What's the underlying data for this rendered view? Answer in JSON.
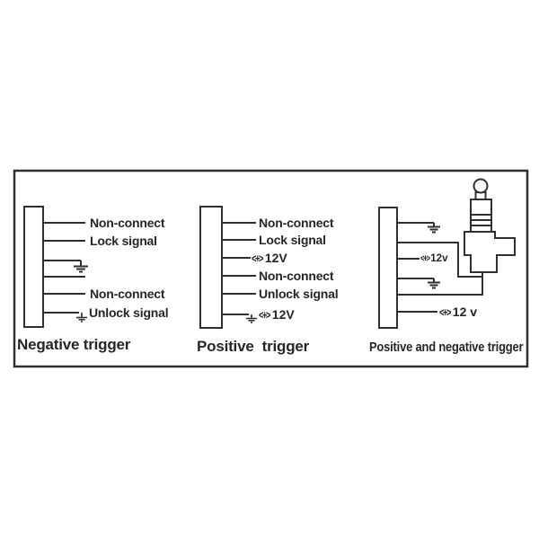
{
  "colors": {
    "line": "#2f2f2f",
    "text": "#262626",
    "background": "#ffffff"
  },
  "panels": [
    {
      "caption": "Negative trigger",
      "rows": [
        {
          "label": "Non-connect"
        },
        {
          "label": "Lock signal"
        },
        {
          "label": "",
          "icon": "ground-icon"
        },
        {
          "label": ""
        },
        {
          "label": "Non-connect"
        },
        {
          "label": "Unlock signal",
          "icon": "ground-icon"
        }
      ]
    },
    {
      "caption": "Positive  trigger",
      "rows": [
        {
          "label": "Non-connect"
        },
        {
          "label": "Lock signal"
        },
        {
          "symbol": "<+>",
          "label": "12V",
          "icon": "fuse-icon"
        },
        {
          "label": "Non-connect"
        },
        {
          "label": "Unlock signal"
        },
        {
          "symbol": "<+>",
          "label": "12V",
          "icon": "ground-icon fuse-icon"
        }
      ]
    },
    {
      "caption": "Positive and negative trigger",
      "rows": [
        {
          "label": "",
          "icon": "ground-icon"
        },
        {
          "label": "",
          "icon": "wire-to-actuator"
        },
        {
          "symbol": "<+>",
          "label": "12v",
          "icon": "fuse-icon"
        },
        {
          "label": "",
          "icon": "ground-icon"
        },
        {
          "label": "",
          "icon": "wire-to-actuator"
        },
        {
          "symbol": "<+>",
          "label": "12 v",
          "icon": "fuse-icon"
        }
      ]
    }
  ]
}
